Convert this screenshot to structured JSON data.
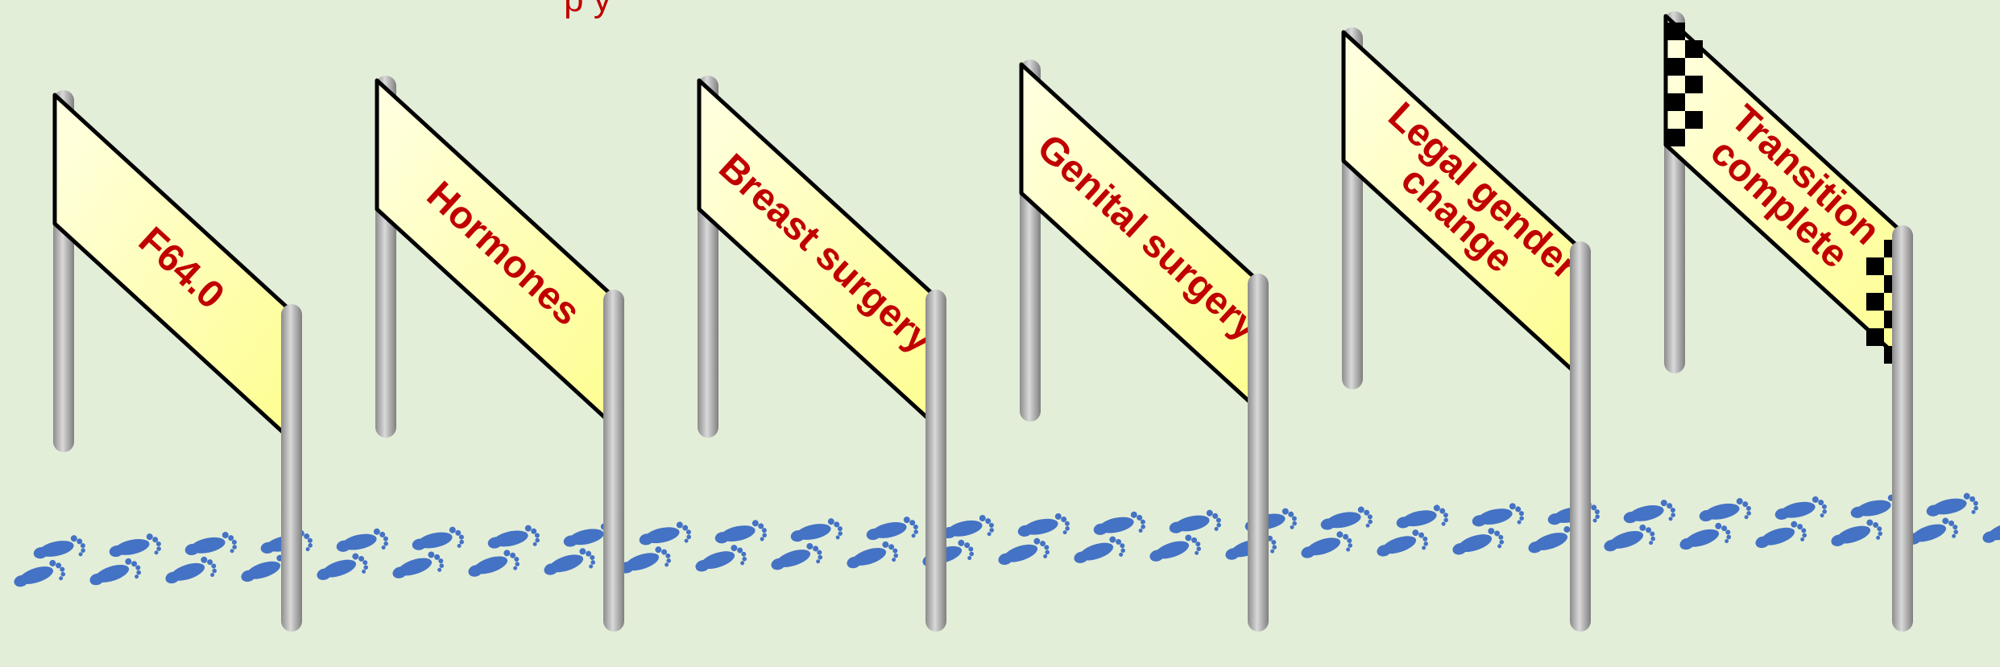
{
  "title_fragment": "p  y",
  "colors": {
    "background": "#e3eed9",
    "sign_fill": "#fefeb0",
    "sign_border": "#000000",
    "label_text": "#c00000",
    "pole": "#a9a9a9",
    "footprint": "#4472c4",
    "checker": "#000000"
  },
  "milestones": [
    {
      "label": "F64.0",
      "lines": [
        "F64.0"
      ],
      "icon": "none"
    },
    {
      "label": "Hormones",
      "lines": [
        "Hormones"
      ],
      "icon": "none"
    },
    {
      "label": "Breast surgery",
      "lines": [
        "Breast surgery"
      ],
      "icon": "none"
    },
    {
      "label": "Genital surgery",
      "lines": [
        "Genital surgery"
      ],
      "icon": "none"
    },
    {
      "label": "Legal gender change",
      "lines": [
        "Legal gender",
        "change"
      ],
      "icon": "none"
    },
    {
      "label": "Transition complete",
      "lines": [
        "Transition",
        "complete"
      ],
      "icon": "checkered-flag"
    }
  ],
  "footprints": {
    "icon": "footprint-icon",
    "description": "trail of footprints"
  }
}
